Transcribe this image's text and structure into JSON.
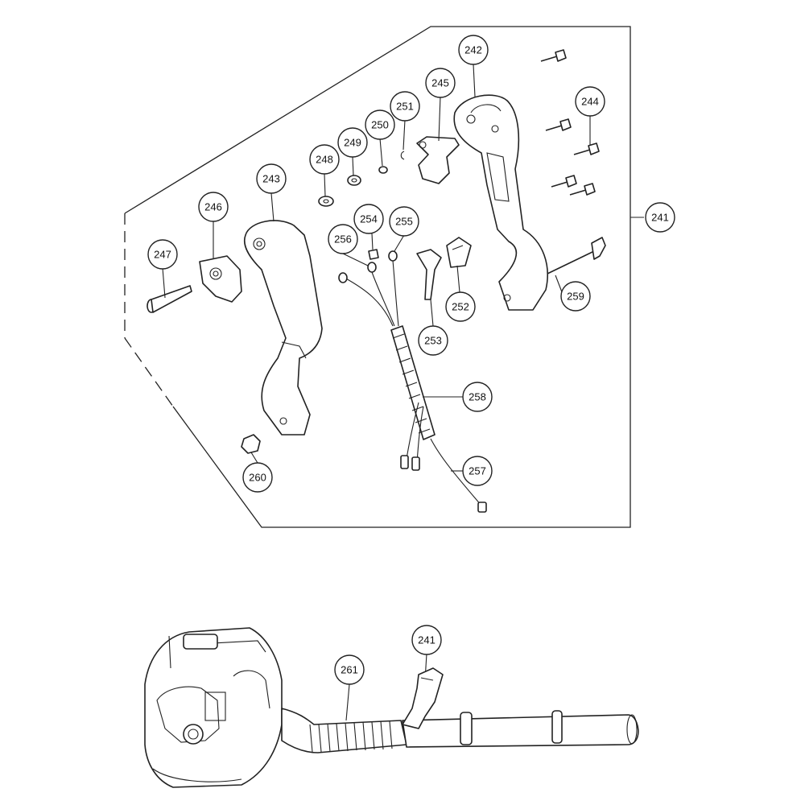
{
  "diagram": {
    "callouts": {
      "c241": "241",
      "c242": "242",
      "c243": "243",
      "c244": "244",
      "c245": "245",
      "c246": "246",
      "c247": "247",
      "c248": "248",
      "c249": "249",
      "c250": "250",
      "c251": "251",
      "c252": "252",
      "c253": "253",
      "c254": "254",
      "c255": "255",
      "c256": "256",
      "c257": "257",
      "c258": "258",
      "c259": "259",
      "c260": "260",
      "c261": "261",
      "c241b": "241"
    }
  }
}
